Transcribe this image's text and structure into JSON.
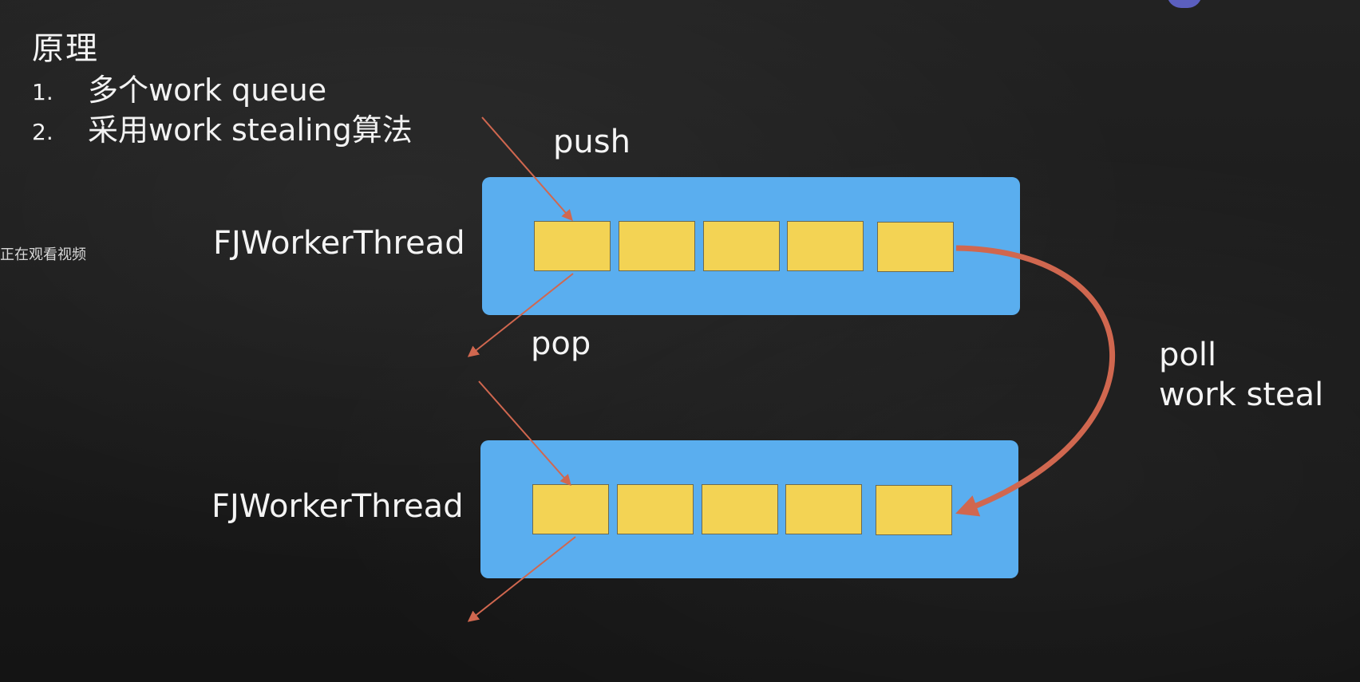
{
  "title": "原理",
  "list": [
    {
      "num": "1.",
      "text": "多个work queue"
    },
    {
      "num": "2.",
      "text": "采用work stealing算法"
    }
  ],
  "overlay": "正在观看视频",
  "diagram": {
    "thread_label": "FJWorkerThread",
    "push_label": "push",
    "pop_label": "pop",
    "poll_label_line1": "poll",
    "poll_label_line2": "work steal"
  },
  "colors": {
    "queue": "#5aaeef",
    "task": "#f3d354",
    "arrow": "#d0674f",
    "background": "#1b1b1b"
  }
}
